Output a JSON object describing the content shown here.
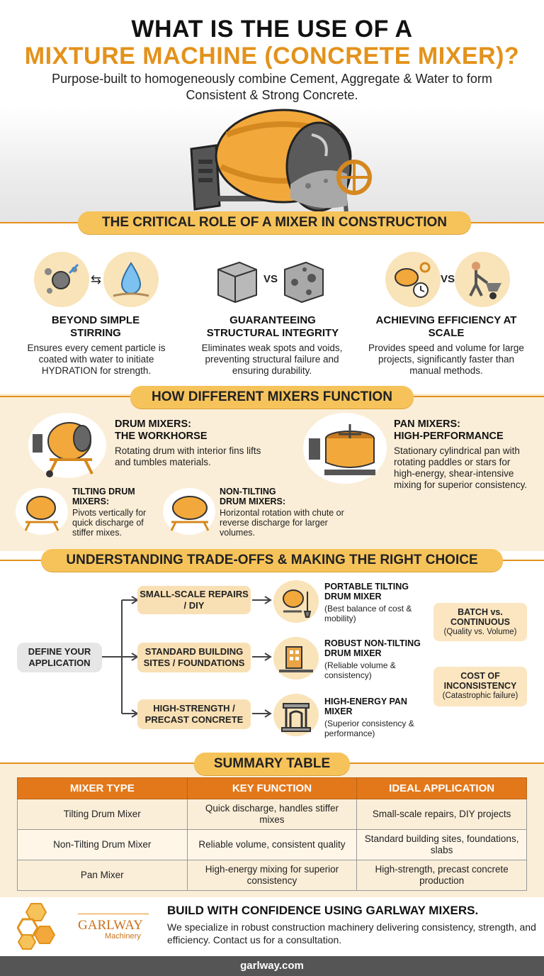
{
  "header": {
    "title_line1": "WHAT IS THE USE OF A",
    "title_line2": "MIXTURE MACHINE (CONCRETE MIXER)?",
    "subtitle": "Purpose-built to homogeneously combine Cement, Aggregate & Water to form Consistent & Strong Concrete."
  },
  "role_section": {
    "banner": "THE CRITICAL ROLE OF A MIXER IN CONSTRUCTION",
    "items": [
      {
        "title": "BEYOND SIMPLE STIRRING",
        "desc": "Ensures every cement particle is coated with water to initiate HYDRATION for strength."
      },
      {
        "title": "GUARANTEEING STRUCTURAL INTEGRITY",
        "desc": "Eliminates weak spots and voids, preventing structural failure and ensuring durability.",
        "vs": "VS"
      },
      {
        "title": "ACHIEVING EFFICIENCY AT SCALE",
        "desc": "Provides speed and volume for large projects, significantly faster than manual methods.",
        "vs": "VS"
      }
    ]
  },
  "function_section": {
    "banner": "HOW DIFFERENT MIXERS FUNCTION",
    "drum": {
      "title1": "DRUM MIXERS:",
      "title2": "THE WORKHORSE",
      "desc": "Rotating drum with interior fins lifts and tumbles materials."
    },
    "pan": {
      "title1": "PAN MIXERS:",
      "title2": "HIGH-PERFORMANCE",
      "desc": "Stationary cylindrical pan with rotating paddles or stars for high-energy, shear-intensive mixing for superior consistency."
    },
    "tilting": {
      "title1": "TILTING DRUM",
      "title2": "MIXERS:",
      "desc": "Pivots vertically for quick discharge of stiffer mixes."
    },
    "nontilting": {
      "title1": "NON-TILTING",
      "title2": "DRUM MIXERS:",
      "desc": "Horizontal rotation with chute or reverse discharge for larger volumes."
    }
  },
  "tradeoff_section": {
    "banner": "UNDERSTANDING TRADE-OFFS & MAKING THE RIGHT CHOICE",
    "start": "DEFINE YOUR APPLICATION",
    "branches": [
      {
        "case": "SMALL-SCALE REPAIRS / DIY",
        "rec_title": "PORTABLE TILTING DRUM MIXER",
        "rec_note": "(Best balance of cost & mobility)"
      },
      {
        "case": "STANDARD BUILDING SITES / FOUNDATIONS",
        "rec_title": "ROBUST NON-TILTING DRUM MIXER",
        "rec_note": "(Reliable volume & consistency)"
      },
      {
        "case": "HIGH-STRENGTH / PRECAST CONCRETE",
        "rec_title": "HIGH-ENERGY PAN MIXER",
        "rec_note": "(Superior consistency & performance)"
      }
    ],
    "side": [
      {
        "title": "BATCH vs. CONTINUOUS",
        "note": "(Quality vs. Volume)"
      },
      {
        "title": "COST OF INCONSISTENCY",
        "note": "(Catastrophic failure)"
      }
    ]
  },
  "summary": {
    "banner": "SUMMARY TABLE",
    "headers": [
      "MIXER TYPE",
      "KEY FUNCTION",
      "IDEAL APPLICATION"
    ],
    "rows": [
      [
        "Tilting Drum Mixer",
        "Quick discharge, handles stiffer mixes",
        "Small-scale repairs, DIY projects"
      ],
      [
        "Non-Tilting Drum Mixer",
        "Reliable volume, consistent quality",
        "Standard building sites, foundations, slabs"
      ],
      [
        "Pan Mixer",
        "High-energy mixing for superior consistency",
        "High-strength, precast concrete production"
      ]
    ]
  },
  "cta": {
    "brand": "GARLWAY",
    "brand_sub": "Machinery",
    "title": "BUILD WITH CONFIDENCE USING GARLWAY MIXERS.",
    "desc": "We specialize in robust construction machinery delivering consistency, strength, and efficiency. Contact us for a consultation."
  },
  "footer": {
    "url": "garlway.com"
  },
  "colors": {
    "accent": "#e3921b",
    "banner": "#f6c35a",
    "cream": "#fbeed8",
    "table_header": "#e3781b"
  }
}
